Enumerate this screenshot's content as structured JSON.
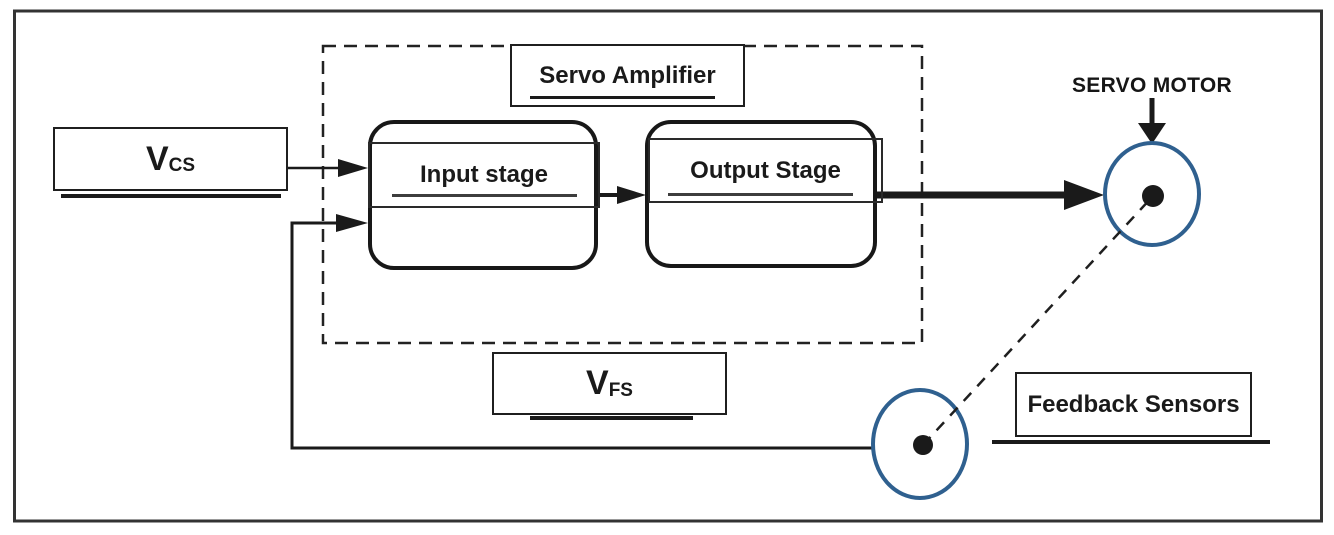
{
  "figure": {
    "servo_amplifier_label": "Servo Amplifier",
    "input_stage_label": "Input stage",
    "output_stage_label": "Output Stage",
    "servo_motor_label": "SERVO MOTOR",
    "feedback_sensors_label": "Feedback Sensors",
    "vcs": {
      "main": "V",
      "sub": "CS"
    },
    "vfs": {
      "main": "V",
      "sub": "FS"
    },
    "colors": {
      "circle_stroke": "#2f608f",
      "ink": "#1a1a1a",
      "border": "#333333"
    }
  }
}
